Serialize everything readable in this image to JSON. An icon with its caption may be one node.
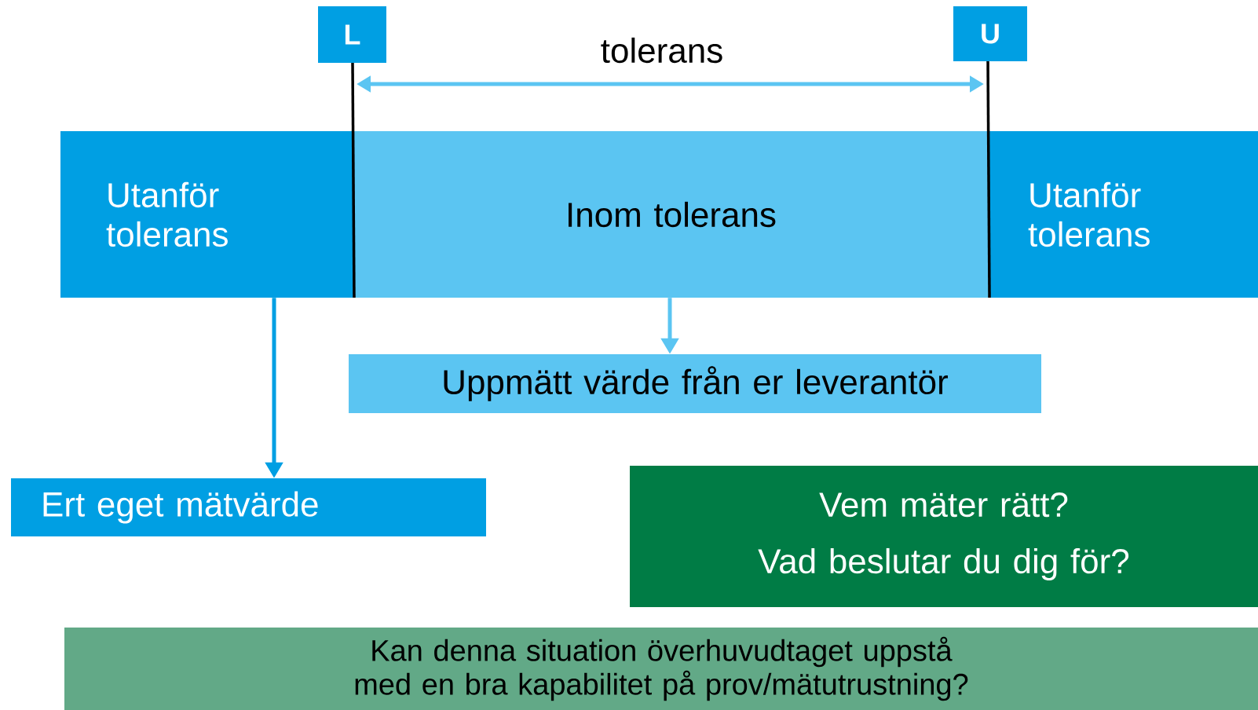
{
  "diagram": {
    "nodes": [
      {
        "text": [
          "L"
        ]
      },
      {
        "text": [
          "U"
        ]
      },
      {
        "text": [
          "Utanför tolerans"
        ]
      },
      {
        "text": [
          "Inom tolerans"
        ]
      },
      {
        "text": [
          "Utanför tolerans"
        ]
      },
      {
        "text": [
          "Uppmätt värde från er leverantör"
        ]
      },
      {
        "text": [
          "Ert eget mätvärde"
        ]
      },
      {
        "text": [
          "Vem mäter rätt?",
          "Vad beslutar du dig för?"
        ]
      },
      {
        "text": [
          "Kan denna situation överhuvudtaget uppstå med en bra kapabilitet på prov/mätutrustning?"
        ]
      }
    ],
    "edges": [
      {
        "from": 2,
        "to": 6,
        "arrow": "to",
        "color": "#009fe3"
      },
      {
        "from": 3,
        "to": 5,
        "arrow": "to",
        "color": "#5bc5f2"
      }
    ],
    "labels": [
      "tolerans"
    ]
  }
}
